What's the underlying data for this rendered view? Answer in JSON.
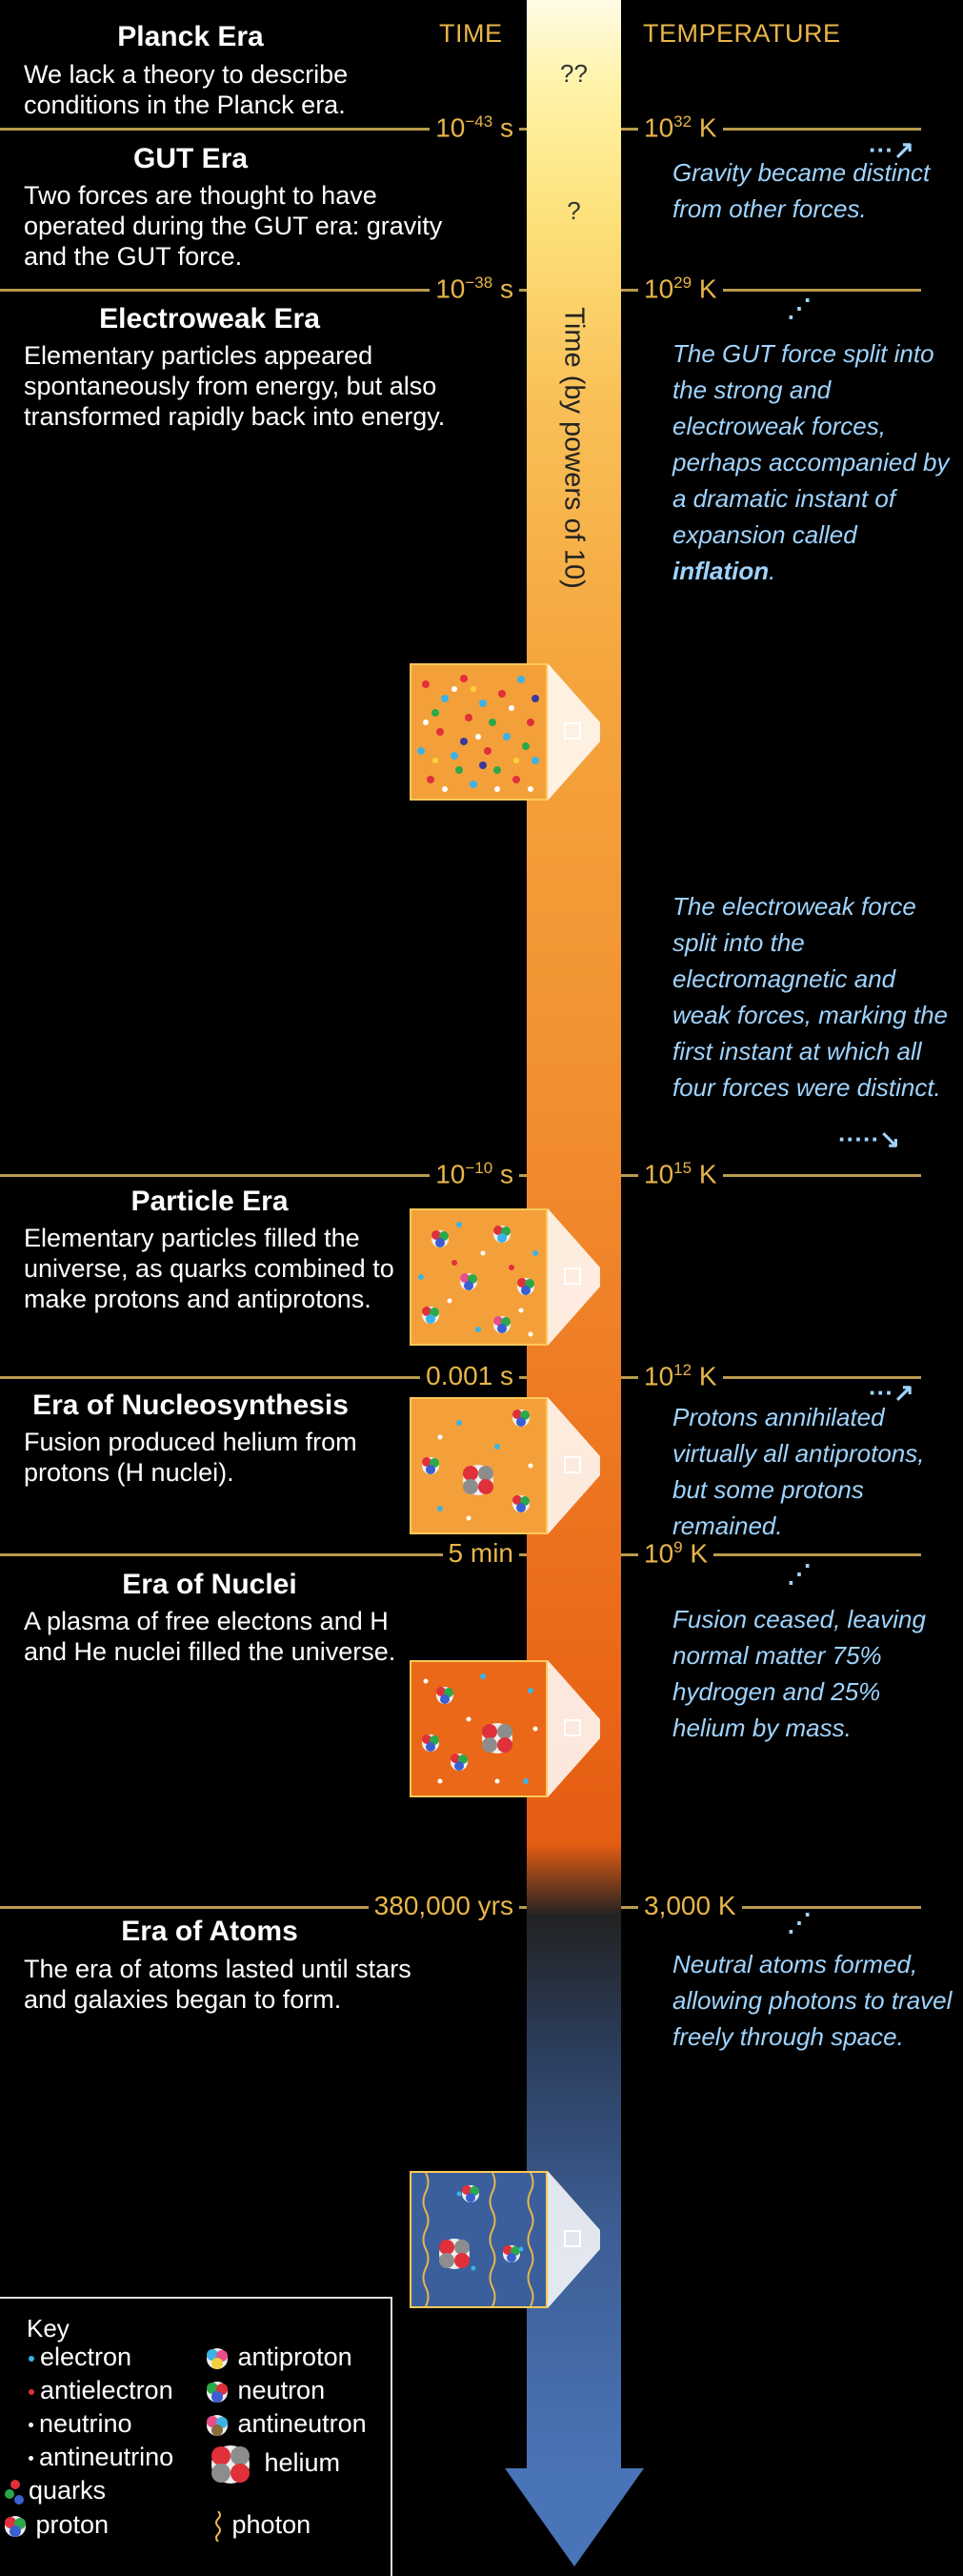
{
  "header": {
    "time": "TIME",
    "temperature": "TEMPERATURE"
  },
  "bar": {
    "top_q": "??",
    "second_q": "?",
    "axis_label": "Time (by powers of 10)"
  },
  "boundaries": [
    {
      "time_base": "10",
      "time_exp": "−43",
      "time_unit": " s",
      "temp_base": "10",
      "temp_exp": "32",
      "temp_unit": " K"
    },
    {
      "time_base": "10",
      "time_exp": "−38",
      "time_unit": " s",
      "temp_base": "10",
      "temp_exp": "29",
      "temp_unit": " K"
    },
    {
      "time_base": "10",
      "time_exp": "−10",
      "time_unit": " s",
      "temp_base": "10",
      "temp_exp": "15",
      "temp_unit": " K"
    },
    {
      "time_text": "0.001 s",
      "temp_base": "10",
      "temp_exp": "12",
      "temp_unit": " K"
    },
    {
      "time_text": "5 min",
      "temp_base": "10",
      "temp_exp": "9",
      "temp_unit": " K"
    },
    {
      "time_text": "380,000 yrs",
      "temp_text": "3,000 K"
    }
  ],
  "eras": [
    {
      "title": "Planck Era",
      "desc": "We lack a theory to describe conditions in the Planck era."
    },
    {
      "title": "GUT Era",
      "desc": "Two forces are thought to have operated during the GUT era: gravity and the GUT force."
    },
    {
      "title": "Electroweak Era",
      "desc": "Elementary particles appeared spontaneously from energy, but also transformed rapidly back into energy."
    },
    {
      "title": "Particle Era",
      "desc": "Elementary particles filled the universe, as quarks combined to make protons and antiprotons."
    },
    {
      "title": "Era of Nucleosynthesis",
      "desc": "Fusion produced helium from protons (H nuclei)."
    },
    {
      "title": "Era of Nuclei",
      "desc": "A plasma of free electons and H and He nuclei filled the universe."
    },
    {
      "title": "Era of Atoms",
      "desc": "The era of atoms lasted until stars and galaxies began to form."
    }
  ],
  "notes": [
    "Gravity became distinct from other forces.",
    "The GUT force split into the strong and electroweak forces, perhaps accompanied by a dramatic instant of expansion called",
    "inflation",
    "The electroweak force split into the electromagnetic and weak forces, marking the first instant at which all four forces were distinct.",
    "Protons annihilated virtually all antiprotons, but some protons remained.",
    "Fusion ceased, leaving normal matter 75% hydrogen and 25% helium by mass.",
    "Neutral atoms formed, allowing photons to travel freely through space."
  ],
  "key": {
    "title": "Key",
    "items": [
      "electron",
      "antielectron",
      "neutrino",
      "antineutrino",
      "quarks",
      "proton",
      "antiproton",
      "neutron",
      "antineutron",
      "helium",
      "photon"
    ]
  },
  "colors": {
    "time_label": "#e8b54a",
    "note_text": "#9fd4ff",
    "electron": "#3bb3e6",
    "antielectron": "#e0303a",
    "photon": "#e8b54a"
  }
}
